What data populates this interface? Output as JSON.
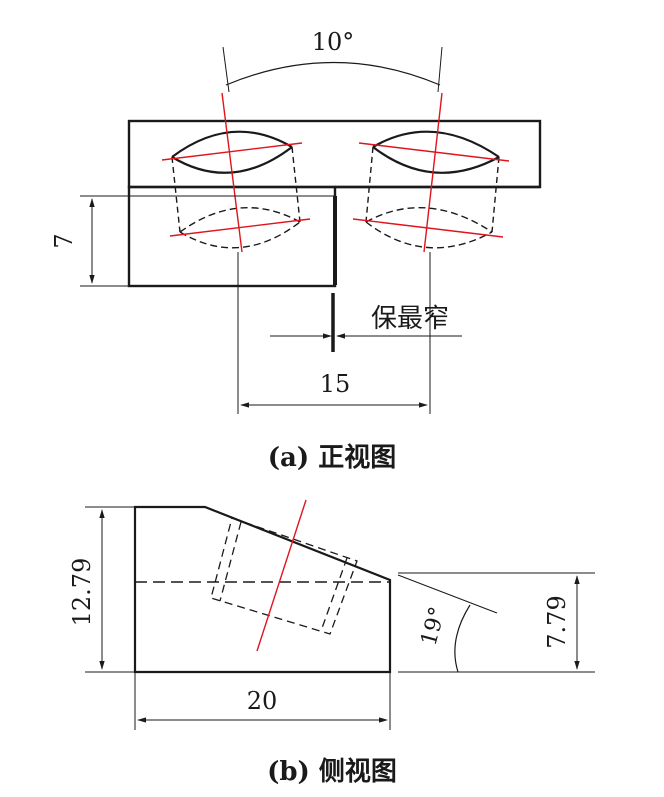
{
  "front_view": {
    "angle_label": "10°",
    "height_label": "7",
    "spacing_label": "15",
    "gap_label": "保最窄",
    "caption": "(a) 正视图"
  },
  "side_view": {
    "height_label": "12.79",
    "width_label": "20",
    "angle_label": "19°",
    "right_height_label": "7.79",
    "caption": "(b) 侧视图"
  },
  "colors": {
    "line": "#1a1a1a",
    "axis": "#e0141e"
  }
}
